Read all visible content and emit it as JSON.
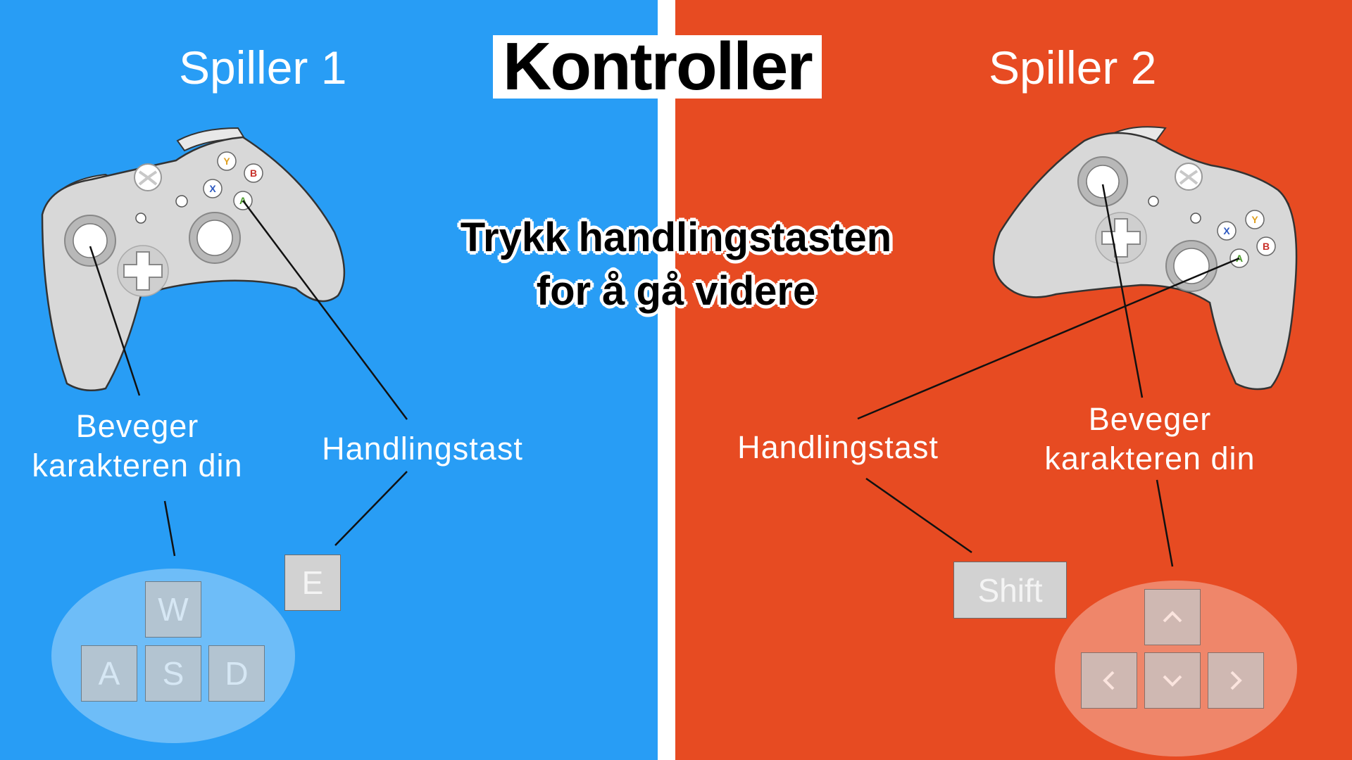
{
  "title": "Kontroller",
  "prompt": {
    "line1": "Trykk handlingstasten",
    "line2": "for å gå videre"
  },
  "colors": {
    "player1_bg": "#289DF5",
    "player2_bg": "#E74B22",
    "controller_body": "#D8D8D8",
    "key_fill": "#D2D2D2"
  },
  "player1": {
    "title": "Spiller 1",
    "move_label_line1": "Beveger",
    "move_label_line2": "karakteren din",
    "action_label": "Handlingstast",
    "action_key": "E",
    "move_keys": {
      "up": "W",
      "left": "A",
      "down": "S",
      "right": "D"
    }
  },
  "player2": {
    "title": "Spiller 2",
    "move_label_line1": "Beveger",
    "move_label_line2": "karakteren din",
    "action_label": "Handlingstast",
    "action_key": "Shift",
    "move_keys": {
      "up": "arrow-up-icon",
      "left": "arrow-left-icon",
      "down": "arrow-down-icon",
      "right": "arrow-right-icon"
    }
  },
  "controller_buttons": {
    "y": "Y",
    "b": "B",
    "x": "X",
    "a": "A"
  }
}
